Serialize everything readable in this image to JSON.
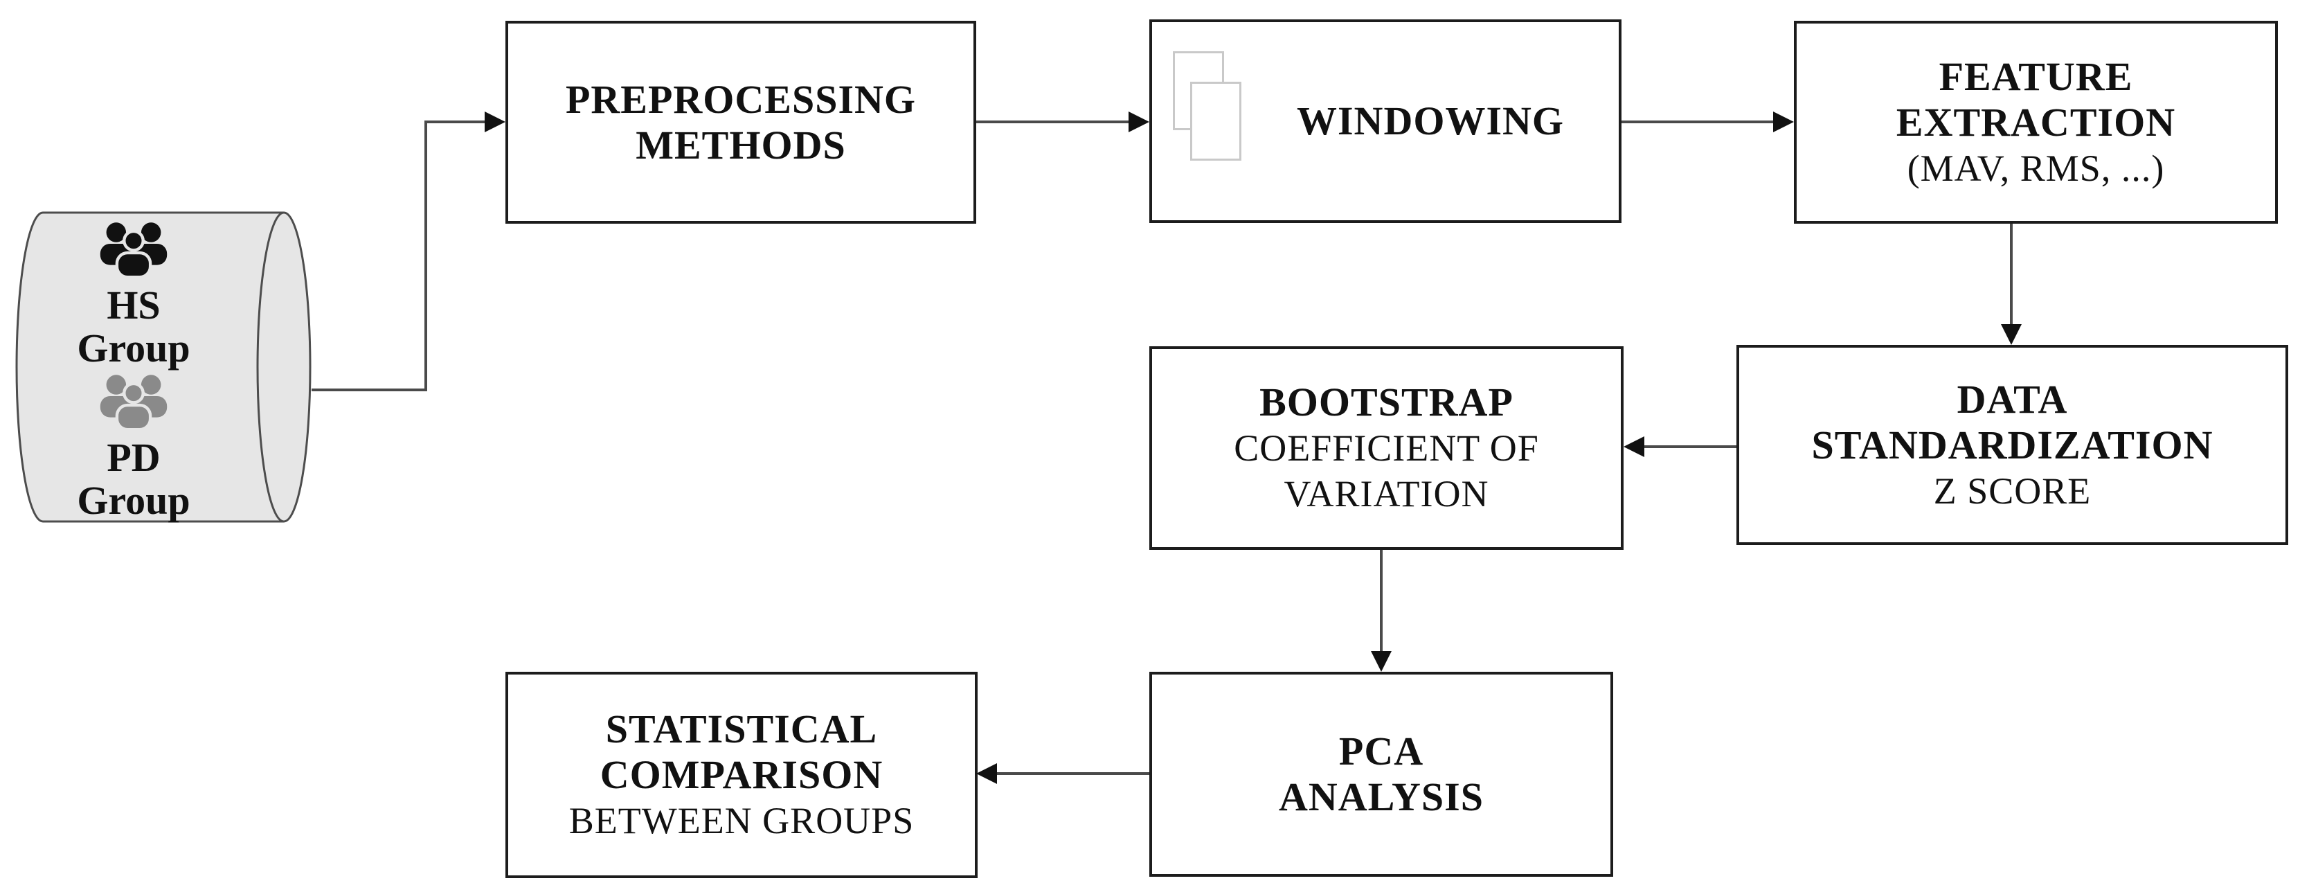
{
  "diagram": {
    "title": "EMG analysis pipeline flowchart",
    "colors": {
      "background": "#ffffff",
      "box_border": "#1c1c1c",
      "arrow_line": "#4a4a4a",
      "arrowhead": "#111111",
      "cylinder_fill": "#e6e6e6",
      "cylinder_stroke": "#4d4d4d",
      "hs_icon_color": "#111111",
      "pd_icon_color": "#8a8a8a",
      "window_icon_stroke": "#c9c9c9",
      "text": "#111111"
    },
    "cylinder": {
      "shape": "horizontal-cylinder",
      "groups": [
        {
          "id": "hs",
          "icon": "people-group-icon",
          "line1": "HS",
          "line2": "Group"
        },
        {
          "id": "pd",
          "icon": "people-group-icon",
          "line1": "PD",
          "line2": "Group"
        }
      ]
    },
    "boxes": {
      "preprocessing": {
        "line1": "PREPROCESSING",
        "line2": "METHODS"
      },
      "windowing": {
        "title": "WINDOWING",
        "icon": "overlapping-windows-icon"
      },
      "feature_extraction": {
        "line1": "FEATURE",
        "line2": "EXTRACTION",
        "subtitle": "(MAV, RMS, ...)"
      },
      "data_standardization": {
        "line1": "DATA",
        "line2": "STANDARDIZATION",
        "subtitle": "Z SCORE"
      },
      "bootstrap": {
        "title": "BOOTSTRAP",
        "subtitle_line1": "COEFFICIENT OF",
        "subtitle_line2": "VARIATION"
      },
      "pca": {
        "line1": "PCA",
        "line2": "ANALYSIS"
      },
      "statistical_comparison": {
        "line1": "STATISTICAL",
        "line2": "COMPARISON",
        "subtitle": "BETWEEN GROUPS"
      }
    },
    "flow": [
      "HS/PD Groups -> PREPROCESSING METHODS",
      "PREPROCESSING METHODS -> WINDOWING",
      "WINDOWING -> FEATURE EXTRACTION",
      "FEATURE EXTRACTION -> DATA STANDARDIZATION",
      "DATA STANDARDIZATION -> BOOTSTRAP",
      "BOOTSTRAP -> PCA ANALYSIS",
      "PCA ANALYSIS -> STATISTICAL COMPARISON"
    ]
  }
}
